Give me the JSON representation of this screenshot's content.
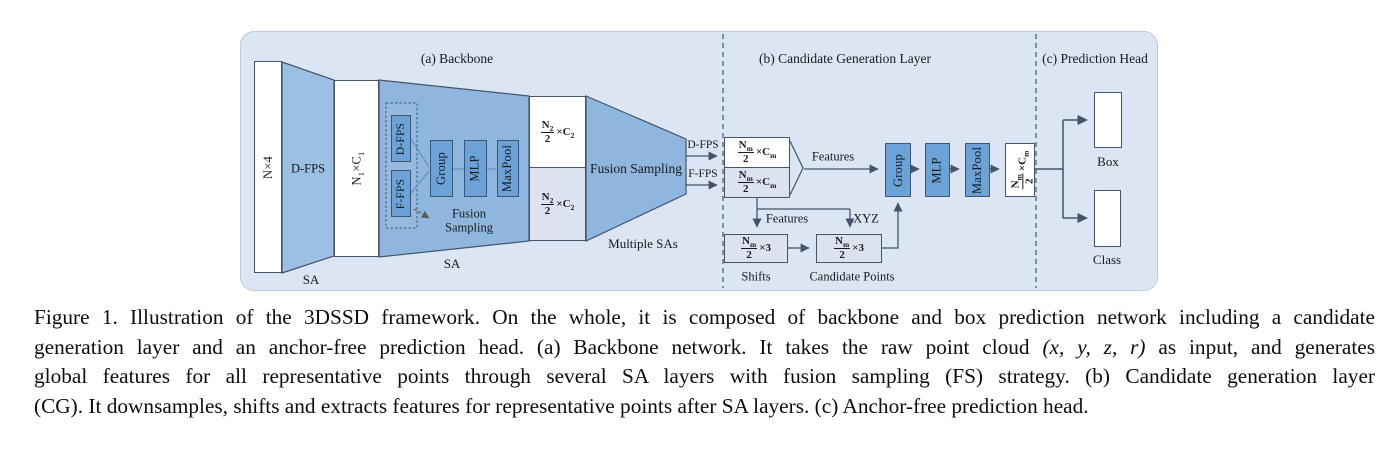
{
  "diagram": {
    "section_a_title": "(a) Backbone",
    "section_b_title": "(b) Candidate Generation Layer",
    "section_c_title": "(c) Prediction Head",
    "input_box": "N×4",
    "trap1_label": "D-FPS",
    "sa1": "SA",
    "n1c1": {
      "a": "N",
      "a_sub": "1",
      "b": "×C",
      "b_sub": "1"
    },
    "sa2": "SA",
    "fs_module": {
      "dfps": "D-FPS",
      "ffps": "F-FPS",
      "group": "Group",
      "mlp": "MLP",
      "maxpool": "MaxPool",
      "label_line1": "Fusion",
      "label_line2": "Sampling"
    },
    "fusion_sampling_big": "Fusion Sampling",
    "multiple_sas": "Multiple SAs",
    "dfps_arrow_label": "D-FPS",
    "ffps_arrow_label": "F-FPS",
    "features_top": "Features",
    "features_bottom": "Features",
    "xyz": "XYZ",
    "group_b": "Group",
    "mlp_b": "MLP",
    "maxpool_b": "MaxPool",
    "shifts_label": "Shifts",
    "candidate_points_label": "Candidate Points",
    "box_label": "Box",
    "class_label": "Class",
    "frac_n2c2": {
      "num": "N",
      "num_sub": "2",
      "den": "2",
      "times": "×",
      "suf": "C",
      "suf_sub": "2"
    },
    "frac_nmcm": {
      "num": "N",
      "num_sub": "m",
      "den": "2",
      "times": "×",
      "suf": "C",
      "suf_sub": "m"
    },
    "frac_nm3": {
      "num": "N",
      "num_sub": "m",
      "den": "2",
      "times": "×",
      "suf": "3",
      "suf_sub": ""
    }
  },
  "caption": {
    "line1": "Figure 1. Illustration of the 3DSSD framework. On the whole, it is composed of backbone and box prediction network including a candidate",
    "line2_pre": "generation layer and an anchor-free prediction head. (a) Backbone network. It takes the raw point cloud ",
    "line2_math": "(x, y, z, r)",
    "line2_post": " as input, and generates",
    "line3": "global features for all representative points through several SA layers with fusion sampling (FS) strategy. (b) Candidate generation layer",
    "line4": "(CG). It downsamples, shifts and extracts features for representative points after SA layers. (c) Anchor-free prediction head."
  },
  "colors": {
    "panel_bg": "#dbe5f3",
    "trapezoid_blue": "#8fb6de",
    "trapezoid_blue_light": "#9cc0e4",
    "component_blue": "#6ba3d8",
    "lavender": "#dde2f0",
    "line_slate": "#44546a"
  }
}
